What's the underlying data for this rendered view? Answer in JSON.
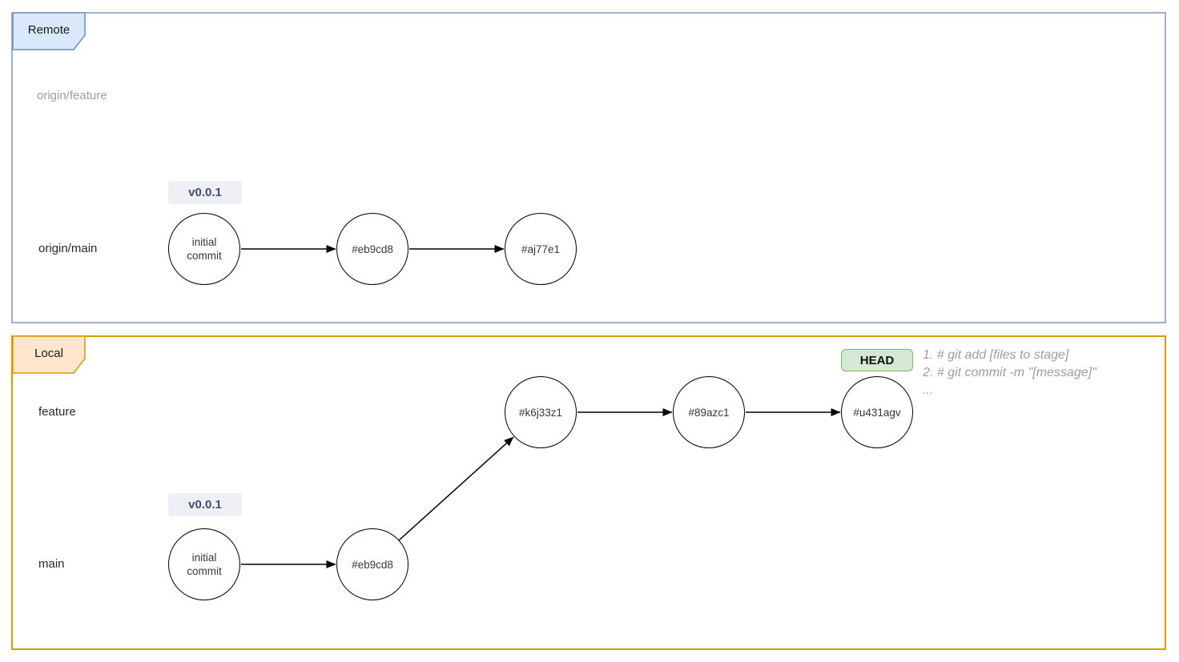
{
  "remote": {
    "tab": "Remote",
    "branch_feature": "origin/feature",
    "branch_main": "origin/main",
    "tag": "v0.0.1",
    "commits": [
      "initial commit",
      "#eb9cd8",
      "#aj77e1"
    ]
  },
  "local": {
    "tab": "Local",
    "branch_feature": "feature",
    "branch_main": "main",
    "tag": "v0.0.1",
    "head": "HEAD",
    "feature_commits": [
      "#k6j33z1",
      "#89azc1",
      "#u431agv"
    ],
    "main_commits": [
      "initial commit",
      "#eb9cd8"
    ],
    "notes": [
      "1. # git add [files to stage]",
      "2. # git commit -m \"[message]\"",
      "..."
    ]
  },
  "colors": {
    "remote_tab_fill": "#dae8fc",
    "remote_tab_border": "#6c8ebf",
    "remote_box_border": "#7e96be",
    "local_tab_fill": "#ffe6cc",
    "local_border": "#d79b00",
    "head_fill": "#d5e8d4",
    "head_border": "#82b366",
    "tag_fill": "#eef0f6",
    "tag_text": "#42506e",
    "muted_text": "#9e9e9e",
    "node_stroke": "#000000"
  }
}
